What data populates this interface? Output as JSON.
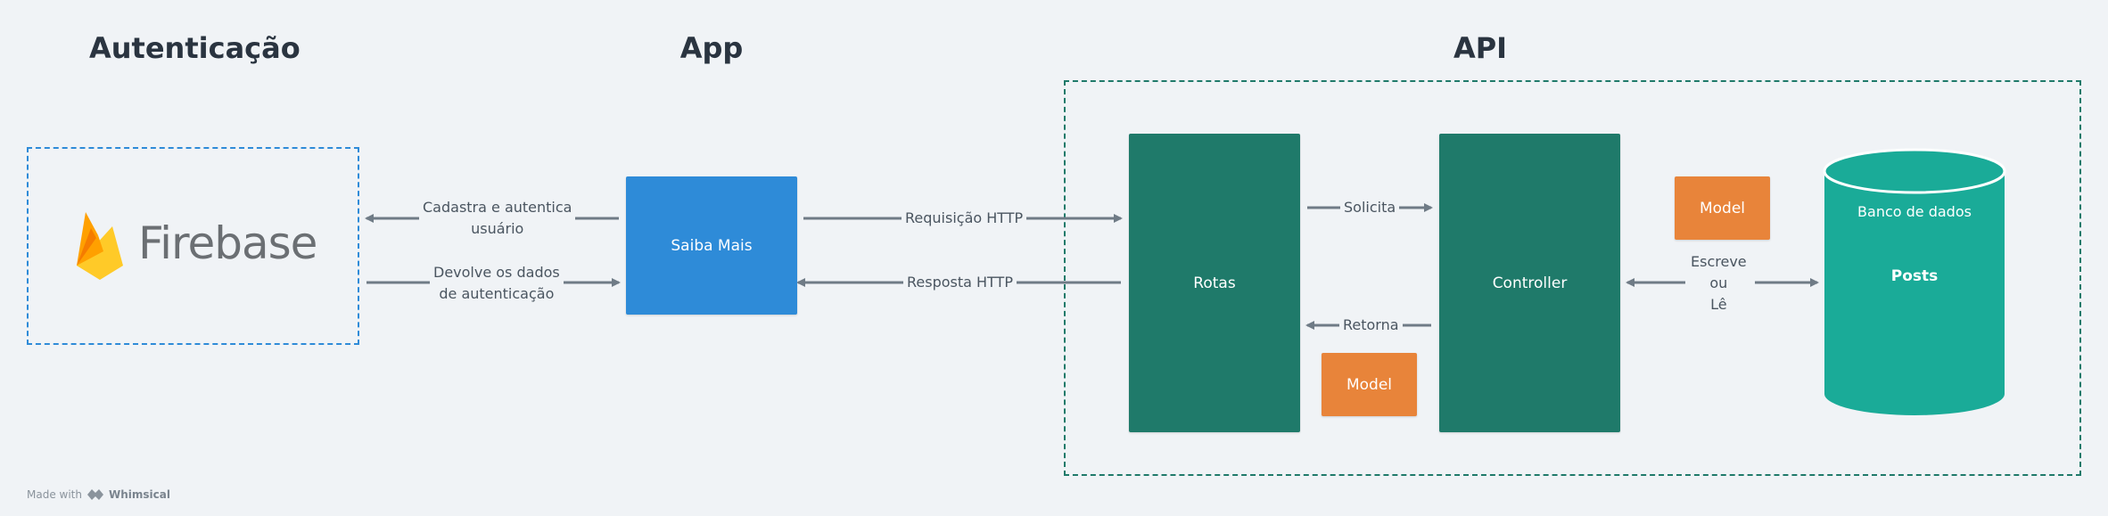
{
  "sections": {
    "auth_title": "Autenticação",
    "app_title": "App",
    "api_title": "API"
  },
  "firebase": {
    "logo_text": "Firebase"
  },
  "nodes": {
    "saiba_mais": "Saiba Mais",
    "rotas": "Rotas",
    "controller": "Controller",
    "model_top": "Model",
    "model_bottom": "Model",
    "db_title": "Banco de dados",
    "db_name": "Posts"
  },
  "edges": {
    "cadastra_line1": "Cadastra e autentica",
    "cadastra_line2": "usuário",
    "devolve_line1": "Devolve os dados",
    "devolve_line2": "de autenticação",
    "requisicao": "Requisição HTTP",
    "resposta": "Resposta HTTP",
    "solicita": "Solicita",
    "retorna": "Retorna",
    "escreve": "Escreve",
    "ou": "ou",
    "le": "Lê"
  },
  "footer": {
    "made_with": "Made with",
    "brand": "Whimsical"
  },
  "colors": {
    "blue": "#2e8bd8",
    "teal_dark": "#1f7a6a",
    "teal_db": "#1aab98",
    "orange": "#e8843a",
    "arrow": "#6f7b86"
  }
}
